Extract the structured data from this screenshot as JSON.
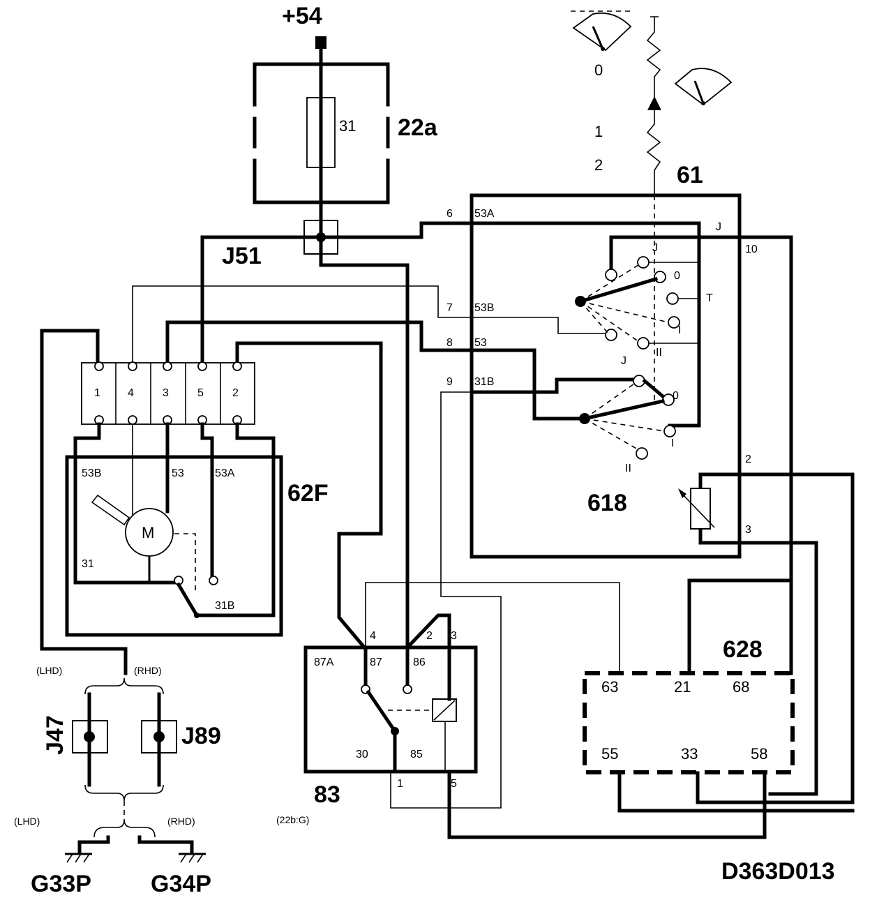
{
  "supply": {
    "label": "+54"
  },
  "fuse": {
    "id": "22a",
    "rating": "31"
  },
  "junctions": {
    "j51": "J51",
    "j47": "J47",
    "j89": "J89"
  },
  "grounds": {
    "g33p": "G33P",
    "g34p": "G34P"
  },
  "hand_drive": {
    "lhd": "(LHD)",
    "rhd": "(RHD)"
  },
  "relay": {
    "id": "83",
    "ref": "(22b:G)",
    "pins": {
      "p87a": "87A",
      "p87": "87",
      "p86": "86",
      "p30": "30",
      "p85": "85"
    },
    "wires": {
      "w1": "1",
      "w2": "2",
      "w3": "3",
      "w4": "4",
      "w5": "5"
    }
  },
  "motor": {
    "id": "62F",
    "symbol": "M",
    "connector_pins": [
      "1",
      "4",
      "3",
      "5",
      "2"
    ],
    "terminals": {
      "t53b": "53B",
      "t53": "53",
      "t53a": "53A",
      "t31": "31",
      "t31b": "31B"
    }
  },
  "switch": {
    "id": "61",
    "module": "618",
    "wires": {
      "w6": "6",
      "w7": "7",
      "w8": "8",
      "w9": "9",
      "w10": "10",
      "w2": "2",
      "w3": "3",
      "n53a": "53A",
      "n53b": "53B",
      "n53": "53",
      "n31b": "31B",
      "j": "J"
    },
    "positions_upper": {
      "j": "J",
      "zero": "0",
      "t": "T",
      "one": "I",
      "two": "II"
    },
    "positions_lower": {
      "j": "J",
      "zero": "0",
      "one": "I",
      "two": "II"
    },
    "indicator_labels": {
      "zero": "0",
      "one": "1",
      "two": "2"
    }
  },
  "timer": {
    "id": "628",
    "pins": {
      "p63": "63",
      "p21": "21",
      "p68": "68",
      "p55": "55",
      "p33": "33",
      "p58": "58"
    }
  },
  "drawing_code": "D363D013"
}
